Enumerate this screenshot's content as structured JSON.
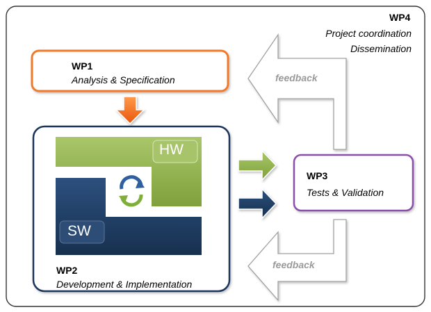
{
  "wp4": {
    "title": "WP4",
    "line1": "Project coordination",
    "line2": "Dissemination"
  },
  "wp1": {
    "title": "WP1",
    "subtitle": "Analysis & Specification"
  },
  "wp2": {
    "title": "WP2",
    "subtitle": "Development & Implementation",
    "hw_label": "HW",
    "sw_label": "SW"
  },
  "wp3": {
    "title": "WP3",
    "subtitle": "Tests & Validation"
  },
  "feedback_top": "feedback",
  "feedback_bottom": "feedback",
  "colors": {
    "wp1_border": "#f07a2a",
    "wp2_border": "#1b355c",
    "wp3_border": "#8a4fa8",
    "hw_green": "#90b04c",
    "sw_navy": "#1b3a63",
    "down_arrow": "#f06a1a",
    "feedback_gray": "#9a9a9a"
  }
}
